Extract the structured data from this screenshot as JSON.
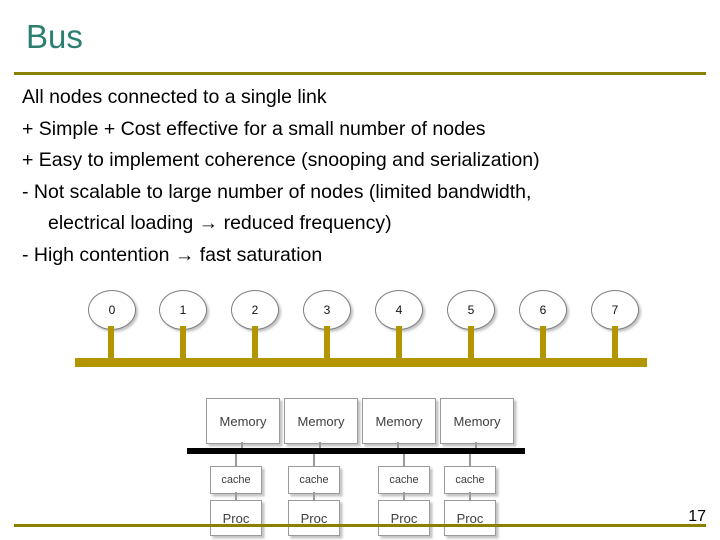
{
  "slide": {
    "title": "Bus",
    "page_number": "17",
    "bullets": [
      "All nodes connected to a single link",
      "+ Simple + Cost effective for a small number of nodes",
      "+ Easy to implement coherence (snooping and serialization)",
      "- Not scalable to large number of nodes (limited bandwidth,",
      "electrical loading → reduced frequency)",
      "- High contention → fast saturation"
    ]
  },
  "diagram": {
    "bus_color": "#b39500",
    "nodes": [
      {
        "label": "0"
      },
      {
        "label": "1"
      },
      {
        "label": "2"
      },
      {
        "label": "3"
      },
      {
        "label": "4"
      },
      {
        "label": "5"
      },
      {
        "label": "6"
      },
      {
        "label": "7"
      }
    ],
    "memories": [
      {
        "label": "Memory"
      },
      {
        "label": "Memory"
      },
      {
        "label": "Memory"
      },
      {
        "label": "Memory"
      }
    ],
    "caches": [
      {
        "label": "cache"
      },
      {
        "label": "cache"
      },
      {
        "label": "cache"
      },
      {
        "label": "cache"
      }
    ],
    "procs": [
      {
        "label": "Proc"
      },
      {
        "label": "Proc"
      },
      {
        "label": "Proc"
      },
      {
        "label": "Proc"
      }
    ]
  }
}
